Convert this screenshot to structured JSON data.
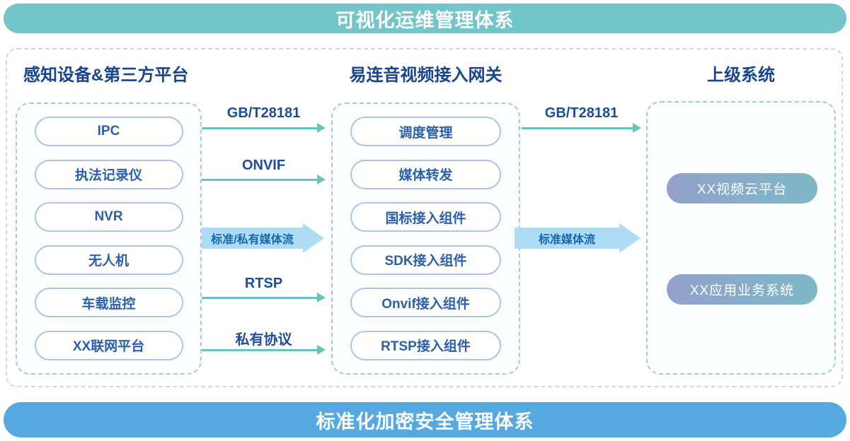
{
  "top_banner": {
    "label": "可视化运维管理体系"
  },
  "bottom_banner": {
    "label": "标准化加密安全管理体系"
  },
  "columns": {
    "devices": {
      "title": "感知设备&第三方平台",
      "items": [
        "IPC",
        "执法记录仪",
        "NVR",
        "无人机",
        "车载监控",
        "XX联网平台"
      ]
    },
    "gateway": {
      "title": "易连音视频接入网关",
      "items": [
        "调度管理",
        "媒体转发",
        "国标接入组件",
        "SDK接入组件",
        "Onvif接入组件",
        "RTSP接入组件"
      ]
    },
    "upper": {
      "title": "上级系统",
      "items": [
        "XX视频云平台",
        "XX应用业务系统"
      ]
    }
  },
  "connections": {
    "left_to_gateway": [
      {
        "label": "GB/T28181",
        "type": "thin-arrow"
      },
      {
        "label": "ONVIF",
        "type": "thin-arrow"
      },
      {
        "label": "标准/私有媒体流",
        "type": "thick-arrow"
      },
      {
        "label": "RTSP",
        "type": "thin-arrow"
      },
      {
        "label": "私有协议",
        "type": "thin-arrow"
      }
    ],
    "gateway_to_upper": [
      {
        "label": "GB/T28181",
        "type": "thin-arrow"
      },
      {
        "label": "标准媒体流",
        "type": "thick-arrow"
      }
    ]
  },
  "colors": {
    "top_banner_bg": "#72c5c8",
    "bottom_banner_bg": "#55a9e0",
    "title_text": "#17458f",
    "pill_text": "#2a5fae",
    "pill_border": "#abc5e6",
    "panel_dash_border": "#a9c6ea",
    "outer_dash_border": "#ccd7e3",
    "thin_arrow": "#69c2bc",
    "thick_arrow_fill": "#addcf4",
    "thick_arrow_text": "#1565b0",
    "gradient_pill_start": "#93a0cb",
    "gradient_pill_end": "#7db9c8"
  }
}
